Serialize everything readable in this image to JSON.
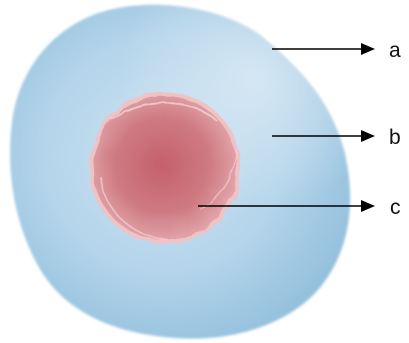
{
  "labels": {
    "a": "a",
    "b": "b",
    "c": "c"
  },
  "colors": {
    "cytoplasm": "#a9cde6",
    "cytoplasm_edge": "#8fbcd9",
    "nucleus": "#c97078",
    "nucleus_highlight": "#f1c9cc",
    "arrow": "#000000"
  }
}
